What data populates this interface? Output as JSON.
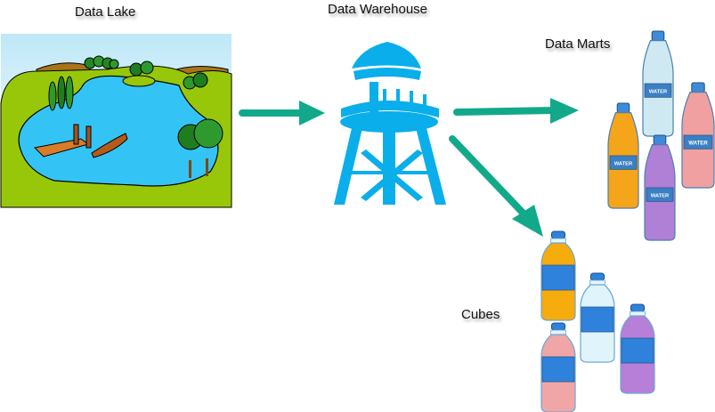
{
  "labels": {
    "data_lake": "Data Lake",
    "data_warehouse": "Data Warehouse",
    "data_marts": "Data Marts",
    "cubes": "Cubes"
  },
  "bottle_label_text": "WATER",
  "colors": {
    "arrow": "#12a98a",
    "tower": "#0aaeea",
    "grass": "#98c70a",
    "water": "#33c4f5",
    "cap": "#3f8bd6",
    "bottle_band": "#2f82dc"
  },
  "data_marts_bottles": [
    {
      "name": "light-blue-bottle",
      "fill": "#cfe9f3"
    },
    {
      "name": "pink-bottle",
      "fill": "#f0a0a0"
    },
    {
      "name": "orange-bottle",
      "fill": "#f4a51a"
    },
    {
      "name": "purple-bottle",
      "fill": "#b07fd6"
    }
  ],
  "cubes_bottles": [
    {
      "name": "orange-bottle",
      "fill": "#f6ac0c"
    },
    {
      "name": "light-blue-bottle",
      "fill": "#dff4fb"
    },
    {
      "name": "purple-bottle",
      "fill": "#b77fd8"
    },
    {
      "name": "pink-bottle",
      "fill": "#f0a6a6"
    }
  ]
}
